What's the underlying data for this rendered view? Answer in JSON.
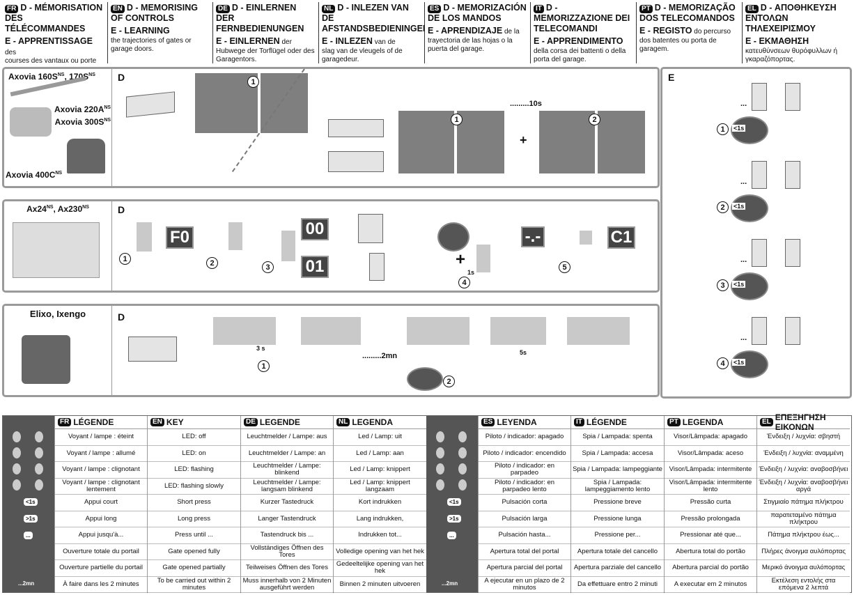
{
  "header": [
    {
      "tag": "FR",
      "t1": "D - MÉMORISATION DES TÉLÉCOMMANDES",
      "t2": "E - APPRENTISSAGE",
      "t2b": " des",
      "body": "courses des vantaux ou porte de garage."
    },
    {
      "tag": "EN",
      "t1": "D - MEMORISING OF CONTROLS",
      "t2": "E - LEARNING",
      "t2b": "",
      "body": "the trajectories of gates or garage doors."
    },
    {
      "tag": "DE",
      "t1": "D - EINLERNEN DER FERNBEDIENUNGEN",
      "t2": "E - EINLERNEN",
      "t2b": " der",
      "body": "Hubwege der Torflügel oder des Garagentors."
    },
    {
      "tag": "NL",
      "t1": "D - INLEZEN VAN DE AFSTANDSBEDIENINGEN",
      "t2": "E - INLEZEN",
      "t2b": " van de",
      "body": "slag van de vleugels of de garagedeur."
    },
    {
      "tag": "ES",
      "t1": "D - MEMORIZACIÓN DE LOS MANDOS",
      "t2": "E - APRENDIZAJE",
      "t2b": " de la",
      "body": "trayectoria de las hojas o la puerta del garage."
    },
    {
      "tag": "IT",
      "t1": "D - MEMORIZZAZIONE DEI TELECOMANDI",
      "t2": "E - APPRENDIMENTO",
      "t2b": "",
      "body": "della corsa dei battenti o della porta del garage."
    },
    {
      "tag": "PT",
      "t1": "D - MEMORIZAÇÃO DOS TELECOMANDOS",
      "t2": "E - REGISTO",
      "t2b": " do percurso",
      "body": "dos batentes ou porta de garagem."
    },
    {
      "tag": "EL",
      "t1": "D - ΑΠΟΘΗΚΕΥΣΗ ΕΝΤΟΛΩΝ ΤΗΛΕΧΕΙΡΙΣΜΟΥ",
      "t2": "E - ΕΚΜΑΘΗΣΗ",
      "t2b": "",
      "body": "κατευθύνσεων θυρόφυλλων ή γκαραζόπορτας."
    }
  ],
  "panel1": {
    "models_a": "Axovia 160S",
    "sup_a": "NS",
    "models_b": ", 170S",
    "sup_b": "NS",
    "model_c": "Axovia 220A",
    "sup_c": "NS",
    "model_d": "Axovia 300S",
    "sup_d": "NS",
    "model_e": "Axovia 400C",
    "sup_e": "NS",
    "d": "D",
    "timer": ".........10s",
    "plus": "+",
    "n1": "1",
    "n2": "1",
    "n3": "2"
  },
  "panel2": {
    "model": "Ax24",
    "sup": "NS",
    "model2": ", Ax230",
    "sup2": "NS",
    "d": "D",
    "disp_f0": "F0",
    "disp_00": "00",
    "disp_01": "01",
    "disp_dash": "-.-",
    "disp_c1": "C1",
    "plus": "+",
    "press": "1s",
    "n1": "1",
    "n2": "2",
    "n3": "3",
    "n4": "4",
    "n5": "5"
  },
  "panel3": {
    "model": "Elixo, Ixengo",
    "d": "D",
    "press": "3 s",
    "timer": ".........2mn",
    "t5s": "5s",
    "n1": "1",
    "n2": "2"
  },
  "panelE": {
    "label": "E",
    "dots": "...",
    "steps": [
      {
        "n": "1",
        "t": "<1s"
      },
      {
        "n": "2",
        "t": "<1s"
      },
      {
        "n": "3",
        "t": "<1s"
      },
      {
        "n": "4",
        "t": "<1s"
      }
    ]
  },
  "legend": {
    "icon_labels": [
      "<1s",
      ">1s",
      "...",
      "...2mn"
    ],
    "left": [
      {
        "tag": "FR",
        "title": "LÉGENDE",
        "rows": [
          "Voyant / lampe : éteint",
          "Voyant / lampe : allumé",
          "Voyant / lampe : clignotant",
          "Voyant / lampe : clignotant lentement",
          "Appui court",
          "Appui long",
          "Appui jusqu'à...",
          "Ouverture totale du portail",
          "Ouverture partielle du portail",
          "À faire dans les 2 minutes"
        ]
      },
      {
        "tag": "EN",
        "title": "KEY",
        "rows": [
          "LED: off",
          "LED: on",
          "LED: flashing",
          "LED: flashing slowly",
          "Short press",
          "Long press",
          "Press until ...",
          "Gate opened fully",
          "Gate opened partially",
          "To be carried out within 2 minutes"
        ]
      },
      {
        "tag": "DE",
        "title": "LEGENDE",
        "rows": [
          "Leuchtmelder / Lampe: aus",
          "Leuchtmelder / Lampe: an",
          "Leuchtmelder / Lampe: blinkend",
          "Leuchtmelder / Lampe: langsam blinkend",
          "Kurzer Tastedruck",
          "Langer Tastendruck",
          "Tastendruck bis ...",
          "Vollständiges Öffnen des Tores",
          "Teilweises Öffnen des Tores",
          "Muss innerhalb von 2 Minuten ausgeführt werden"
        ]
      },
      {
        "tag": "NL",
        "title": "LEGENDA",
        "rows": [
          "Led / Lamp: uit",
          "Led / Lamp: aan",
          "Led / Lamp: knippert",
          "Led / Lamp: knippert langzaam",
          "Kort indrukken",
          "Lang indrukken,",
          "Indrukken tot...",
          "Volledige opening van het hek",
          "Gedeeltelijke opening van het hek",
          "Binnen 2 minuten uitvoeren"
        ]
      }
    ],
    "right": [
      {
        "tag": "ES",
        "title": "LEYENDA",
        "rows": [
          "Piloto / indicador: apagado",
          "Piloto / indicador: encendido",
          "Piloto / indicador: en parpadeo",
          "Piloto / indicador: en parpadeo lento",
          "Pulsación corta",
          "Pulsación larga",
          "Pulsación hasta...",
          "Apertura total del portal",
          "Apertura parcial del portal",
          "A ejecutar en un plazo de 2 minutos"
        ]
      },
      {
        "tag": "IT",
        "title": "LÉGENDE",
        "rows": [
          "Spia / Lampada: spenta",
          "Spia / Lampada: accesa",
          "Spia / Lampada: lampeggiante",
          "Spia / Lampada: lampeggiamento lento",
          "Pressione breve",
          "Pressione lunga",
          "Pressione per...",
          "Apertura totale del cancello",
          "Apertura parziale del cancello",
          "Da effettuare entro 2 minuti"
        ]
      },
      {
        "tag": "PT",
        "title": "LEGENDA",
        "rows": [
          "Visor/Lâmpada: apagado",
          "Visor/Lâmpada: aceso",
          "Visor/Lâmpada: intermitente",
          "Visor/Lâmpada: intermitente lento",
          "Pressão curta",
          "Pressão prolongada",
          "Pressionar até que...",
          "Abertura total do portão",
          "Abertura parcial do portão",
          "A executar em 2 minutos"
        ]
      },
      {
        "tag": "EL",
        "title": "ΕΠΕΞΗΓΗΣΗ ΕΙΚΟΝΩΝ",
        "rows": [
          "Ένδειξη / λυχνία: σβηστή",
          "Ένδειξη / λυχνία: αναμμένη",
          "Ένδειξη / λυχνία: αναβοσβήνει",
          "Ένδειξη / λυχνία: αναβοσβήνει αργά",
          "Στιγμιαίο πάτημα πλήκτρου",
          "παρατεταμένο πάτημα πλήκτρου",
          "Πάτημα πλήκτρου έως...",
          "Πλήρες άνοιγμα αυλόπορτας",
          "Μερικό άνοιγμα αυλόπορτας",
          "Εκτέλεση εντολής στα επόμενα 2 λεπτά"
        ]
      }
    ]
  }
}
